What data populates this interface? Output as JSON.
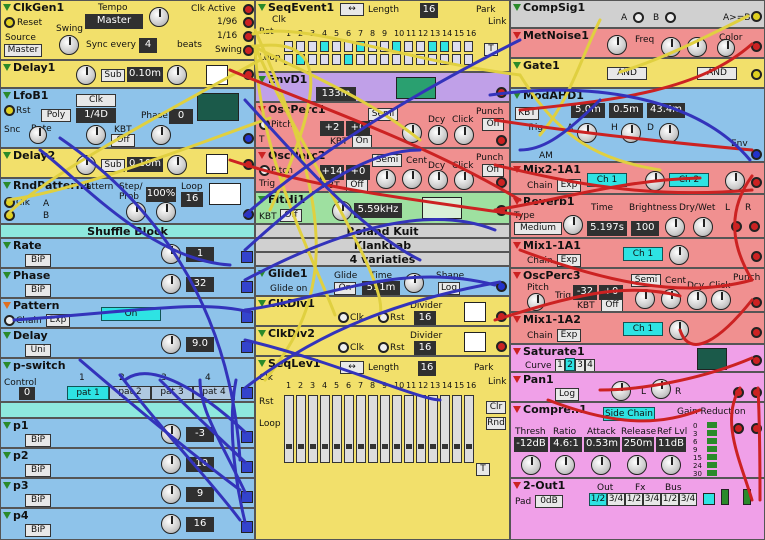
{
  "modules": {
    "clkgen": {
      "title": "ClkGen1",
      "reset": "Reset",
      "tempo_label": "Tempo",
      "tempo_value": "Master",
      "swing_label": "Swing",
      "source_label": "Source",
      "source_value": "Master",
      "clk_active": "Clk Active",
      "div1": "1/96",
      "div2": "1/16",
      "sync_label": "Sync every",
      "sync_value": "4",
      "beats": "beats",
      "swing_out": "Swing"
    },
    "seqevent": {
      "title": "SeqEvent1",
      "length_label": "Length",
      "length_value": "16",
      "park": "Park",
      "clk": "Clk",
      "rst": "Rst",
      "link": "Link",
      "loop": "Loop",
      "step_numbers": [
        "1",
        "2",
        "3",
        "4",
        "5",
        "6",
        "7",
        "8",
        "9",
        "10",
        "11",
        "12",
        "13",
        "14",
        "15",
        "16"
      ],
      "t_label": "T"
    },
    "compsig": {
      "title": "CompSig1",
      "a_label": "A",
      "b_label": "B",
      "result": "A>=B"
    },
    "metnoise": {
      "title": "MetNoise1",
      "freq": "Freq",
      "color": "Color"
    },
    "delay1": {
      "title": "Delay1",
      "mode": "Sub",
      "time": "0.10m"
    },
    "gate": {
      "title": "Gate1",
      "op1": "AND",
      "op2": "AND"
    },
    "lfob": {
      "title": "LfoB1",
      "rst": "Rst",
      "rate_mode": "Clk",
      "rate_value": "1/4D",
      "poly": "Poly",
      "phase_label": "Phase",
      "phase_value": "0",
      "snc": "Snc",
      "rate": "Rate",
      "kbt": "KBT",
      "kbt_value": "Off"
    },
    "envd": {
      "title": "EnvD1",
      "time": "133m"
    },
    "oscperc1": {
      "title": "OscPerc1",
      "pitch": "Pitch",
      "semi": "Semi",
      "punch": "Punch",
      "punch_value": "On",
      "t": "T",
      "trig": "Trig",
      "dcy": "Dcy",
      "click": "Click",
      "val1": "+2",
      "val2": "+0",
      "kbt": "KBT",
      "kbt_value": "On"
    },
    "modahd": {
      "title": "ModAHD1",
      "kbt": "KBT",
      "trig": "Trig",
      "t1": "5.0m",
      "t2": "0.5m",
      "t3": "43.4m",
      "a": "A",
      "h": "H",
      "d": "D",
      "am": "AM",
      "env": "Env"
    },
    "delay2": {
      "title": "Delay2",
      "mode": "Sub",
      "time": "0.10m"
    },
    "oscperc2": {
      "title": "OscPerc2",
      "pitch": "Pitch",
      "semi": "Semi",
      "cent": "Cent",
      "punch": "Punch",
      "punch_value": "Off",
      "trig": "Trig",
      "dcy": "Dcy",
      "click": "Click",
      "val1": "+14",
      "val2": "+0",
      "kbt": "KBT",
      "kbt_value": "Off"
    },
    "mix21a1": {
      "title": "Mix2-1A1",
      "chain": "Chain",
      "mode": "Exp",
      "ch1": "Ch 1",
      "ch2": "Ch 2"
    },
    "rndpattern": {
      "title": "RndPattern1",
      "pattern_label": "Pattern",
      "step_label": "Step/",
      "prob_label": "Prob",
      "prob_value": "100%",
      "loop_label": "Loop",
      "loop_value": "16",
      "clk": "Clk",
      "a": "A",
      "b": "B"
    },
    "filthi": {
      "title": "FltHi1",
      "kbt": "KBT",
      "kbt_value": "Off",
      "freq": "5.59kHz"
    },
    "reverb": {
      "title": "Reverb1",
      "type_label": "Type",
      "type_value": "Medium",
      "time_label": "Time",
      "time_value": "5.197s",
      "bright_label": "Brightness",
      "bright_value": "100",
      "drywet": "Dry/Wet",
      "l": "L",
      "r": "R"
    },
    "shuffleblock": {
      "title": "Shuffle Block"
    },
    "note1": {
      "text": "Roland Kuit"
    },
    "note2": {
      "text": "KlankLab"
    },
    "note3": {
      "text": "4 variaties"
    },
    "mix11a1": {
      "title": "Mix1-1A1",
      "chain": "Chain",
      "mode": "Exp",
      "ch1": "Ch 1"
    },
    "rate": {
      "title": "Rate",
      "mode": "BiP",
      "value": "1"
    },
    "phase": {
      "title": "Phase",
      "mode": "BiP",
      "value": "32"
    },
    "glide": {
      "title": "Glide1",
      "glide_label": "Glide",
      "glide_on": "Glide on",
      "glide_value": "On",
      "time_label": "Time",
      "time_value": "511m",
      "shape_label": "Shape",
      "shape_value": "Log"
    },
    "oscperc3": {
      "title": "OscPerc3",
      "pitch": "Pitch",
      "semi": "Semi",
      "cent": "Cent",
      "punch": "Punch",
      "trig": "Trig",
      "dcy": "Dcy",
      "click": "Click",
      "val1": "-32",
      "val2": "+0",
      "kbt": "KBT",
      "kbt_value": "Off"
    },
    "pattern": {
      "title": "Pattern",
      "chain": "Chain",
      "mode": "Exp",
      "on": "On"
    },
    "clkdiv1": {
      "title": "ClkDiv1",
      "clk": "Clk",
      "rst": "Rst",
      "divider_label": "Divider",
      "divider_value": "16"
    },
    "mix11a2": {
      "title": "Mix1-1A2",
      "chain": "Chain",
      "mode": "Exp",
      "ch1": "Ch 1"
    },
    "delay": {
      "title": "Delay",
      "mode": "Uni",
      "value": "9.0"
    },
    "clkdiv2": {
      "title": "ClkDiv2",
      "clk": "Clk",
      "rst": "Rst",
      "divider_label": "Divider",
      "divider_value": "16"
    },
    "saturate": {
      "title": "Saturate1",
      "curve": "Curve",
      "c1": "1",
      "c2": "2",
      "c3": "3",
      "c4": "4"
    },
    "pswitch": {
      "title": "p-switch",
      "control": "Control",
      "control_value": "0",
      "n1": "1",
      "n2": "2",
      "n3": "3",
      "n4": "4",
      "p1": "pat 1",
      "p2": "pat 2",
      "p3": "pat 3",
      "p4": "pat 4"
    },
    "seqlev": {
      "title": "SeqLev1",
      "length_label": "Length",
      "length_value": "16",
      "park": "Park",
      "clk": "Clk",
      "rst": "Rst",
      "link": "Link",
      "loop": "Loop",
      "clr": "Clr",
      "rnd": "Rnd",
      "t": "T",
      "step_numbers": [
        "1",
        "2",
        "3",
        "4",
        "5",
        "6",
        "7",
        "8",
        "9",
        "10",
        "11",
        "12",
        "13",
        "14",
        "15",
        "16"
      ]
    },
    "pan": {
      "title": "Pan1",
      "mode": "Log",
      "l": "L",
      "r": "R"
    },
    "compressor": {
      "title": "Compre..1",
      "side_chain": "Side Chain",
      "gain_reduction": "Gain Reduction",
      "thresh_label": "Thresh",
      "thresh_value": "-12dB",
      "ratio_label": "Ratio",
      "ratio_value": "4.6:1",
      "attack_label": "Attack",
      "attack_value": "0.53m",
      "release_label": "Release",
      "release_value": "250m",
      "reflvl_label": "Ref Lvl",
      "reflvl_value": "11dB",
      "scale": [
        "0",
        "3",
        "6",
        "9",
        "15",
        "24",
        "30"
      ]
    },
    "p1": {
      "title": "p1",
      "mode": "BiP",
      "value": "-3"
    },
    "p2": {
      "title": "p2",
      "mode": "BiP",
      "value": "-10"
    },
    "p3": {
      "title": "p3",
      "mode": "BiP",
      "value": "9"
    },
    "p4": {
      "title": "p4",
      "mode": "BiP",
      "value": "16"
    },
    "out2": {
      "title": "2-Out1",
      "pad_label": "Pad",
      "pad_value": "0dB",
      "out_label": "Out",
      "fx_label": "Fx",
      "bus_label": "Bus",
      "o1": "1/2",
      "o2": "3/4",
      "f1": "1/2",
      "f2": "3/4",
      "b1": "1/2",
      "b2": "3/4"
    }
  },
  "colors": {
    "cable_red": "#cc2222",
    "cable_blue": "#3333bb",
    "cable_yellow": "#e0d040",
    "cable_white": "#f0f0f0"
  }
}
